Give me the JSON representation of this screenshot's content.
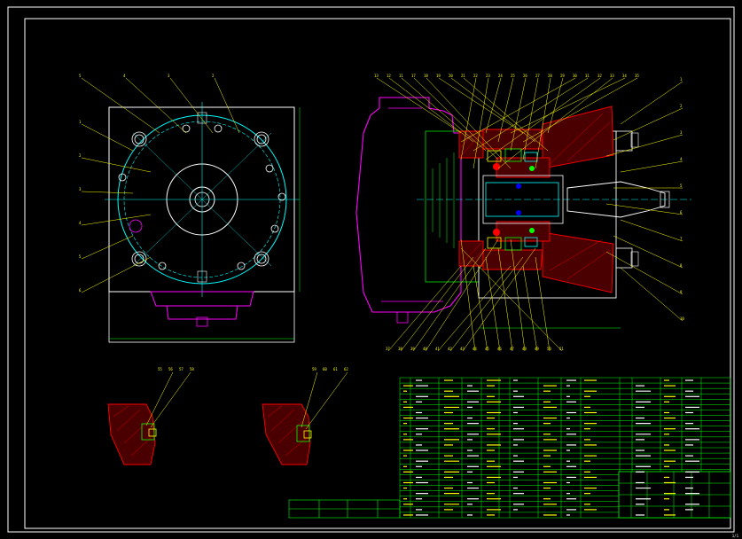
{
  "drawing": {
    "background": "#000000",
    "border_color": "#ffffff",
    "layer_colors": {
      "outline": "#ffffff",
      "center": "#00ffff",
      "leader": "#ffff00",
      "section": "#ff0000",
      "body": "#ff00ff",
      "dimension": "#00ff00"
    },
    "sheet_number": "1/1"
  },
  "balloons": {
    "top": [
      "13",
      "12",
      "11",
      "17",
      "18",
      "19",
      "20",
      "21",
      "22",
      "23",
      "24",
      "25",
      "26",
      "27",
      "28",
      "29",
      "30",
      "31",
      "32",
      "33",
      "34",
      "35"
    ],
    "bottom": [
      "37",
      "38",
      "39",
      "40",
      "41",
      "42",
      "43",
      "44",
      "45",
      "46",
      "47",
      "48",
      "49",
      "50",
      "51"
    ],
    "right": [
      "1",
      "2",
      "3",
      "4",
      "5",
      "6",
      "7",
      "8",
      "9",
      "10"
    ],
    "left": [
      "1",
      "2",
      "3",
      "4",
      "5",
      "6"
    ],
    "front_top": [
      "5",
      "4",
      "3",
      "2"
    ]
  },
  "details": {
    "left_labels": [
      "55",
      "56",
      "57",
      "58"
    ],
    "right_labels": [
      "59",
      "60",
      "61",
      "62"
    ]
  },
  "parts_table": {
    "note": "text rendered at unreadable resolution"
  }
}
